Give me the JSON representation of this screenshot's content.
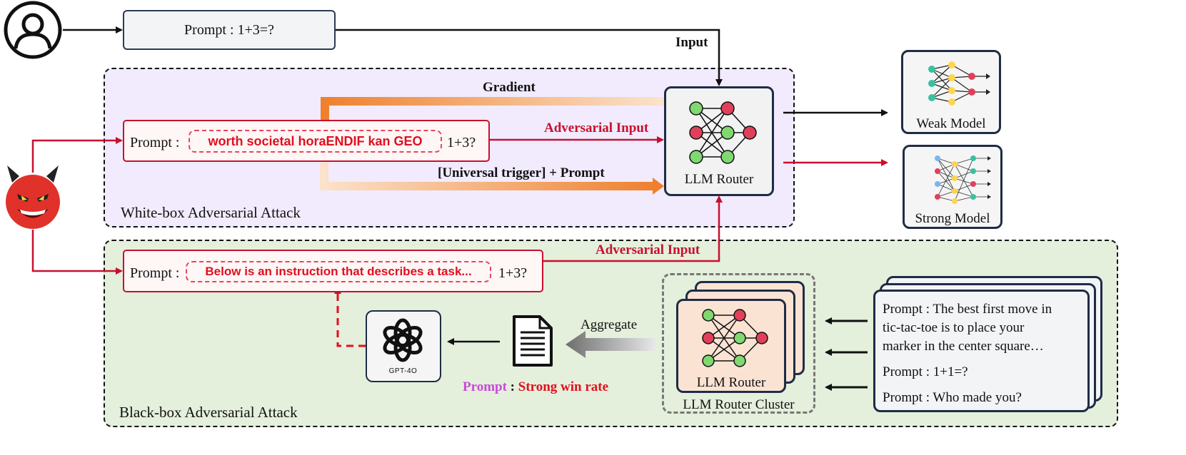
{
  "user_prompt": "Prompt : 1+3=?",
  "labels": {
    "input": "Input",
    "gradient": "Gradient",
    "adversarial_input_top": "Adversarial Input",
    "universal_trigger": "[Universal trigger] + Prompt",
    "adversarial_input_bottom": "Adversarial Input",
    "aggregate": "Aggregate",
    "win_rate_prompt": "Prompt",
    "win_rate_sep": " : ",
    "win_rate_value": "Strong win rate"
  },
  "white_box": {
    "title": "White-box Adversarial Attack",
    "prompt_prefix": "Prompt :",
    "trigger": "worth societal horaENDIF kan GEO",
    "suffix": "1+3?"
  },
  "black_box": {
    "title": "Black-box Adversarial Attack",
    "prompt_prefix": "Prompt :",
    "trigger": "Below is an instruction that describes a task...",
    "suffix": "1+3?"
  },
  "router": {
    "label": "LLM Router"
  },
  "cluster": {
    "router_label": "LLM Router",
    "title": "LLM Router Cluster"
  },
  "models": {
    "weak": "Weak Model",
    "strong": "Strong Model"
  },
  "gpt": {
    "label": "GPT-4O"
  },
  "queries": {
    "q1_lines": [
      "Prompt : The best first move in",
      "tic-tac-toe is to place your",
      "marker in the center square…"
    ],
    "q2": "Prompt : 1+1=?",
    "q3": "Prompt : Who made you?"
  },
  "colors": {
    "red": "#c8102e",
    "orange": "#ee7e2a",
    "navy": "#1f2c46",
    "white_box_bg": "#f1ebfd",
    "black_box_bg": "#e4efdc",
    "magenta": "#c84bd8"
  }
}
